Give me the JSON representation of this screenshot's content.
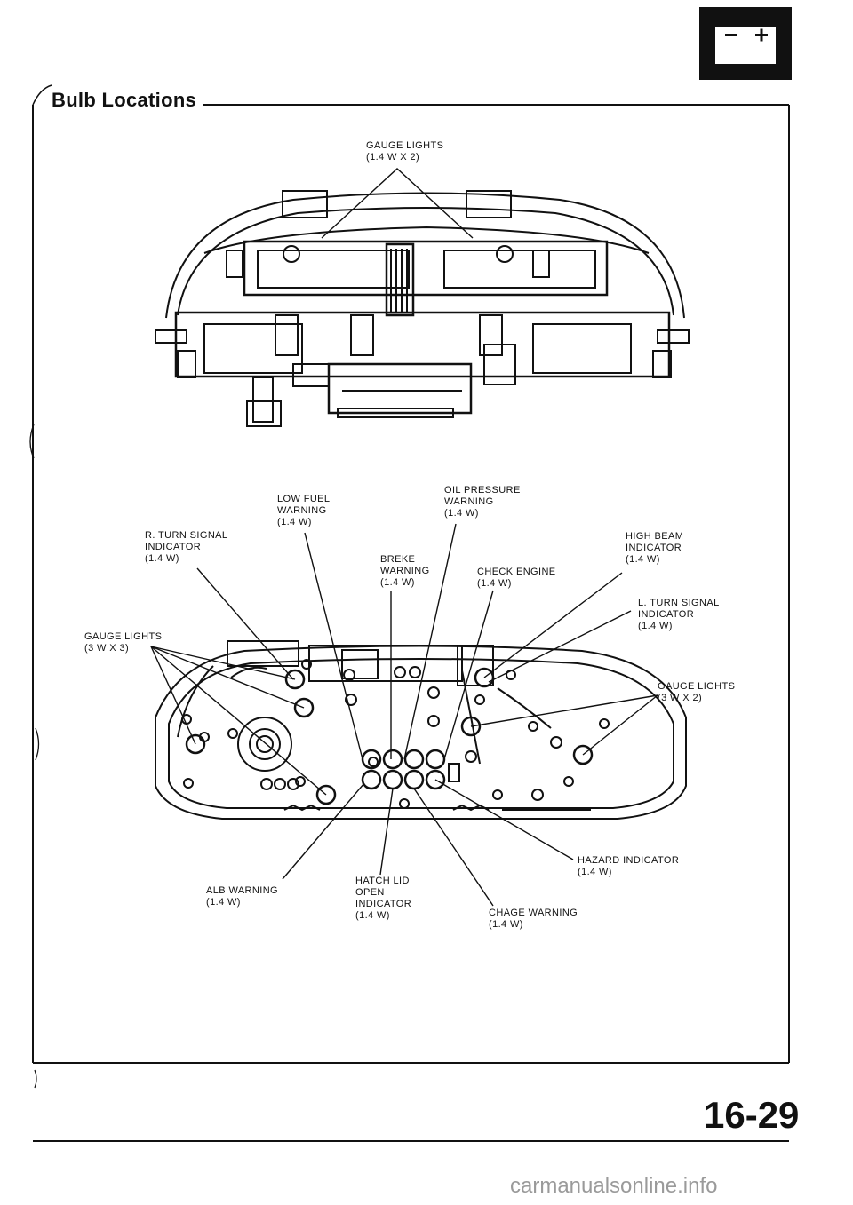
{
  "header": {
    "title": "Bulb Locations",
    "page_number": "16-29"
  },
  "footer": {
    "watermark": "carmanualsonline.info"
  },
  "icons": {
    "battery": "battery-icon"
  },
  "labels": {
    "gauge_top": [
      "GAUGE LIGHTS",
      "(1.4 W x 2)"
    ],
    "r_turn": [
      "R. TURN SIGNAL",
      "INDICATOR",
      "(1.4 W)"
    ],
    "low_fuel": [
      "LOW FUEL",
      "WARNING",
      "(1.4 W)"
    ],
    "oil": [
      "OIL PRESSURE",
      "WARNING",
      "(1.4 W)"
    ],
    "high_beam": [
      "HIGH BEAM",
      "INDICATOR",
      "(1.4 W)"
    ],
    "brake": [
      "BREKE",
      "WARNING",
      "(1.4 W)"
    ],
    "check_engine": [
      "CHECK ENGINE",
      "(1.4 W)"
    ],
    "l_turn": [
      "L. TURN SIGNAL",
      "INDICATOR",
      "(1.4 W)"
    ],
    "gauge_left": [
      "GAUGE LIGHTS",
      "(3 W x 3)"
    ],
    "gauge_right": [
      "GAUGE LIGHTS",
      "(3 W x 2)"
    ],
    "hazard": [
      "HAZARD INDICATOR",
      "(1.4 W)"
    ],
    "alb": [
      "ALB WARNING",
      "(1.4 W)"
    ],
    "hatch": [
      "HATCH LID",
      "OPEN",
      "INDICATOR",
      "(1.4 W)"
    ],
    "charge": [
      "CHAGE WARNING",
      "(1.4 W)"
    ]
  }
}
